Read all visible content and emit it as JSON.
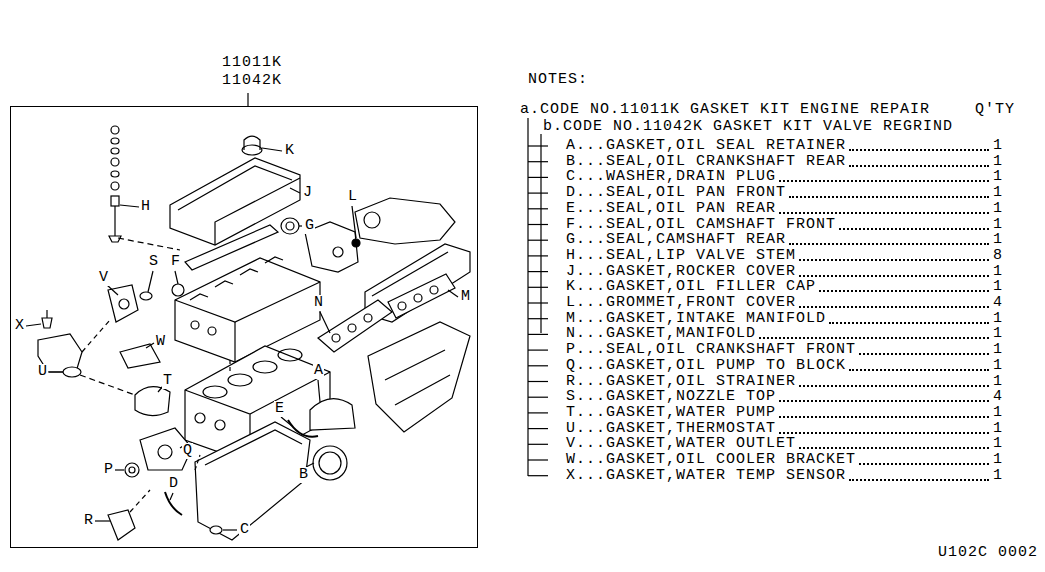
{
  "diagram": {
    "nodes": [
      {
        "text": [
          "11011K",
          "11042K"
        ]
      }
    ],
    "labels": [
      "K",
      "J",
      "H",
      "G",
      "L",
      "S",
      "F",
      "V",
      "M",
      "N",
      "X",
      "W",
      "U",
      "T",
      "A",
      "E",
      "Q",
      "P",
      "D",
      "B",
      "R",
      "C",
      "NOTES:",
      "a.CODE NO.11011K GASKET KIT ENGINE REPAIR",
      "Q'TY",
      "b.CODE NO.11042K GASKET KIT VALVE REGRIND",
      "A...GASKET,OIL SEAL RETAINER",
      "1",
      "B...SEAL,OIL CRANKSHAFT REAR",
      "1",
      "C...WASHER,DRAIN PLUG",
      "1",
      "D...SEAL,OIL PAN FRONT",
      "1",
      "E...SEAL,OIL PAN REAR",
      "1",
      "F...SEAL,OIL CAMSHAFT FRONT",
      "1",
      "G...SEAL,CAMSHAFT REAR",
      "1",
      "H...SEAL,LIP VALVE STEM",
      "8",
      "J...GASKET,ROCKER COVER",
      "1",
      "K...GASKET,OIL FILLER CAP",
      "1",
      "L...GROMMET,FRONT COVER",
      "4",
      "M...GASKET,INTAKE MANIFOLD",
      "1",
      "N...GASKET,MANIFOLD",
      "1",
      "P...SEAL,OIL CRANKSHAFT FRONT",
      "1",
      "Q...GASKET,OIL PUMP TO BLOCK",
      "1",
      "R...GASKET,OIL STRAINER",
      "1",
      "S...GASKET,NOZZLE TOP",
      "4",
      "T...GASKET,WATER PUMP",
      "1",
      "U...GASKET,THERMOSTAT",
      "1",
      "V...GASKET,WATER OUTLET",
      "1",
      "W...GASKET,OIL COOLER BRACKET",
      "1",
      "X...GASKET,WATER TEMP SENSOR",
      "1",
      "U102C 0002"
    ]
  }
}
